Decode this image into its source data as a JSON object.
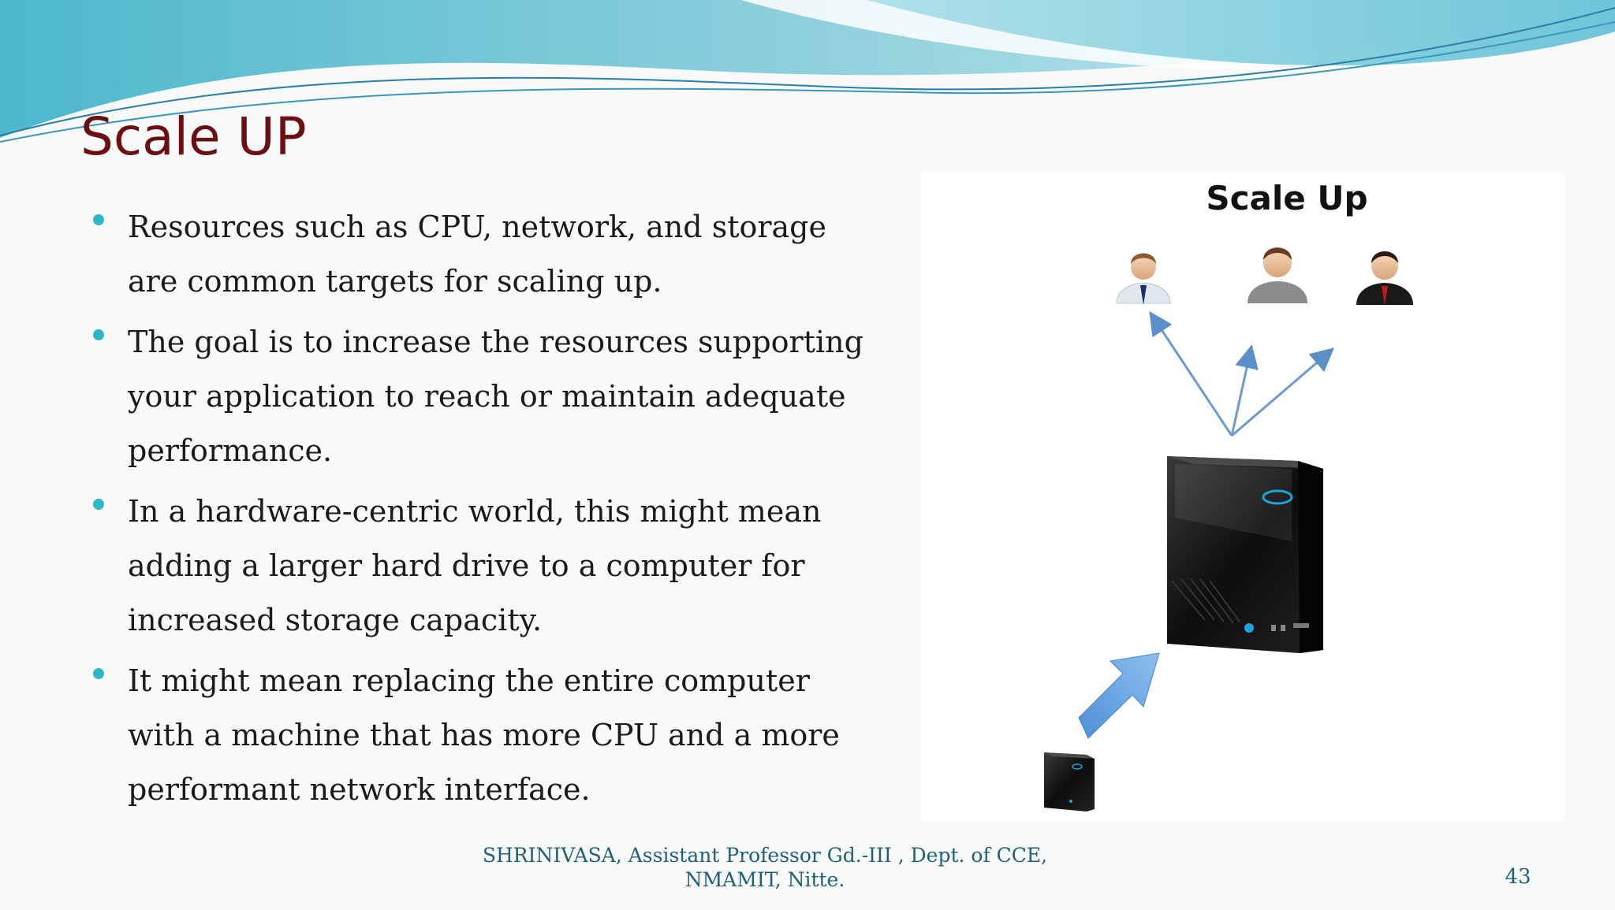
{
  "slide": {
    "title": "Scale UP",
    "bullets": [
      "Resources such as CPU, network, and storage are common targets for scaling up.",
      "The goal is to increase the resources supporting your application to reach or maintain adequate performance.",
      "In a hardware-centric world, this might mean adding a larger hard drive to a computer for increased storage capacity.",
      "It might mean replacing the entire computer with a machine that has more CPU and a more performant network interface."
    ]
  },
  "figure": {
    "title": "Scale Up",
    "icons": [
      "user-icon",
      "user-icon",
      "user-icon",
      "large-server-icon",
      "small-server-icon",
      "up-arrow-icon"
    ]
  },
  "footer": {
    "author_line1": "SHRINIVASA, Assistant Professor Gd.-III , Dept. of CCE,",
    "author_line2": "NMAMIT, Nitte.",
    "page_number": "43"
  },
  "colors": {
    "title": "#6b0f12",
    "bullet": "#2fb7c8",
    "footer": "#1f5f7a",
    "wave": "#5bbfd3"
  }
}
